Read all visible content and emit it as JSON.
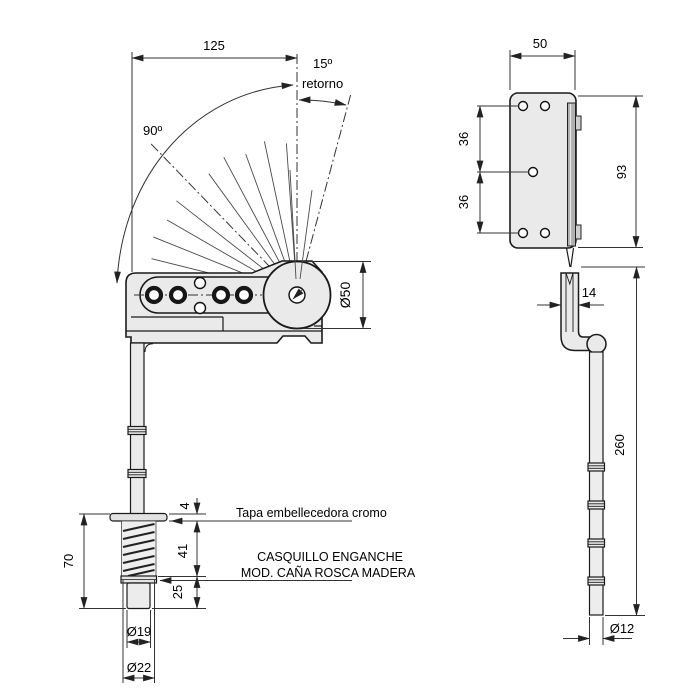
{
  "drawing": {
    "front_view": {
      "dims": {
        "width": "125",
        "opening_angle": "90º",
        "return_angle": "15º",
        "return_label": "retorno",
        "hub_diameter": "Ø50",
        "sleeve_total": "70",
        "cap_thickness": "4",
        "thread_length": "41",
        "tip_length": "25",
        "tip_diameter": "Ø19",
        "thread_diameter": "Ø22"
      },
      "labels": {
        "cap": "Tapa embellecedora cromo",
        "part_line1": "CASQUILLO ENGANCHE",
        "part_line2": "MOD. CAÑA ROSCA MADERA"
      }
    },
    "side_view": {
      "dims": {
        "plate_width": "50",
        "hole_spacing_top": "36",
        "hole_spacing_bottom": "36",
        "plate_height": "93",
        "arm_width": "14",
        "rod_length": "260",
        "rod_diameter": "Ø12"
      }
    },
    "colors": {
      "part_fill": "#eaeaea",
      "outline": "#1a1a1a",
      "dimension": "#333333",
      "strip": "#b0b0b0"
    }
  }
}
